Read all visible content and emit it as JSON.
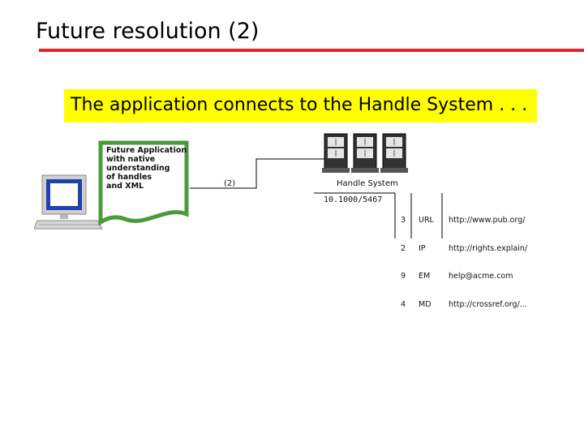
{
  "slide": {
    "title": "Future resolution (2)",
    "subtitle": "The application connects to the Handle System . . ."
  },
  "diagram": {
    "application_label": "Future Application\nwith native\nunderstanding\nof handles\nand XML",
    "step_label": "(2)",
    "handle_system_label": "Handle System",
    "handle_id": "10.1000/5467",
    "records": [
      {
        "index": "3",
        "type": "URL",
        "data": "http://www.pub.org/"
      },
      {
        "index": "2",
        "type": "IP",
        "data": "http://rights.explain/"
      },
      {
        "index": "9",
        "type": "EM",
        "data": "help@acme.com"
      },
      {
        "index": "4",
        "type": "MD",
        "data": "http://crossref.org/..."
      }
    ]
  },
  "colors": {
    "accent_rule": "#e8242b",
    "highlight": "#ffff00",
    "document_border": "#4a9a3c",
    "computer_frame": "#c9c9c9",
    "computer_screen": "#1f3f9e"
  }
}
